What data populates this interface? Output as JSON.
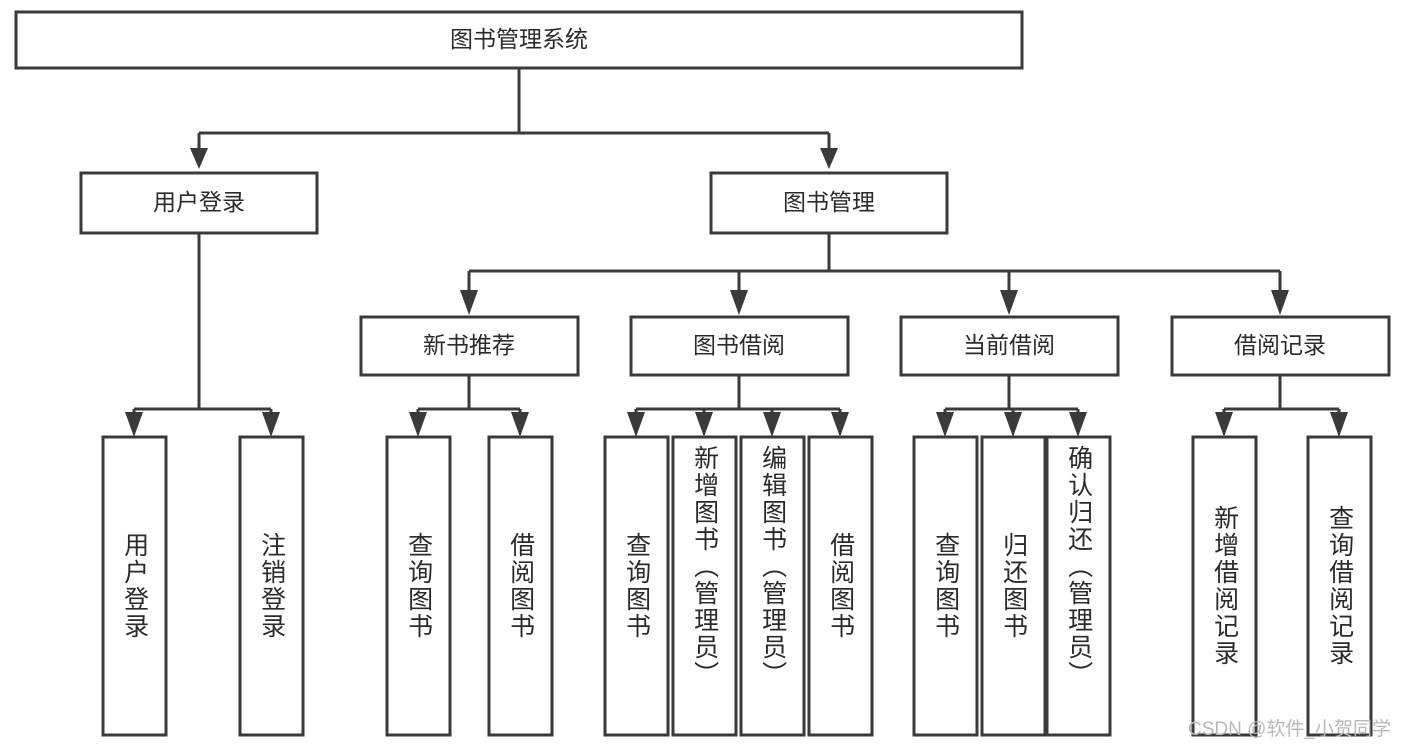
{
  "diagram": {
    "type": "tree",
    "title": "图书管理系统",
    "orientation": "top-down",
    "watermark": "CSDN @软件_小贺同学",
    "colors": {
      "box_fill": "#ffffff",
      "box_stroke": "#3a3a3a",
      "text": "#2b2b2b",
      "background": "#ffffff",
      "watermark": "#b9b9b9"
    },
    "root": {
      "id": "root",
      "label": "图书管理系统"
    },
    "level2": [
      {
        "id": "user-login",
        "label": "用户登录"
      },
      {
        "id": "book-manage",
        "label": "图书管理"
      }
    ],
    "level3": [
      {
        "id": "new-book-rec",
        "label": "新书推荐",
        "parent": "book-manage"
      },
      {
        "id": "book-borrow",
        "label": "图书借阅",
        "parent": "book-manage"
      },
      {
        "id": "current-borrow",
        "label": "当前借阅",
        "parent": "book-manage"
      },
      {
        "id": "borrow-record",
        "label": "借阅记录",
        "parent": "book-manage"
      }
    ],
    "leaves": {
      "user-login": [
        {
          "id": "leaf-user-login",
          "label": "用户登录"
        },
        {
          "id": "leaf-user-logout",
          "label": "注销登录"
        }
      ],
      "new-book-rec": [
        {
          "id": "leaf-query-book-1",
          "label": "查询图书"
        },
        {
          "id": "leaf-borrow-book-1",
          "label": "借阅图书"
        }
      ],
      "book-borrow": [
        {
          "id": "leaf-query-book-2",
          "label": "查询图书"
        },
        {
          "id": "leaf-add-book",
          "label": "新增图书（管理员）"
        },
        {
          "id": "leaf-edit-book",
          "label": "编辑图书（管理员）"
        },
        {
          "id": "leaf-borrow-book-2",
          "label": "借阅图书"
        }
      ],
      "current-borrow": [
        {
          "id": "leaf-query-book-3",
          "label": "查询图书"
        },
        {
          "id": "leaf-return-book",
          "label": "归还图书"
        },
        {
          "id": "leaf-confirm-return",
          "label": "确认归还（管理员）"
        }
      ],
      "borrow-record": [
        {
          "id": "leaf-add-record",
          "label": "新增借阅记录"
        },
        {
          "id": "leaf-query-record",
          "label": "查询借阅记录"
        }
      ]
    }
  }
}
